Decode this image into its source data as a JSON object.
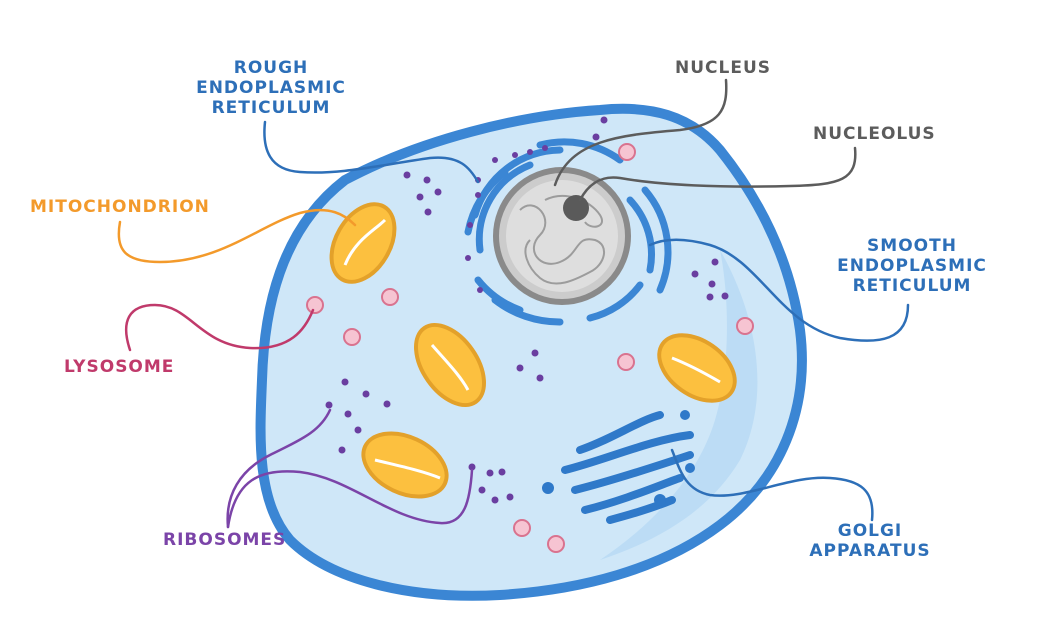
{
  "labels": {
    "rough_er": [
      "ROUGH",
      "ENDOPLASMIC",
      "RETICULUM"
    ],
    "nucleus": "NUCLEUS",
    "nucleolus": "NUCLEOLUS",
    "mitochondrion": "MITOCHONDRION",
    "smooth_er": [
      "SMOOTH",
      "ENDOPLASMIC",
      "RETICULUM"
    ],
    "lysosome": "LYSOSOME",
    "ribosomes": "RIBOSOMES",
    "golgi": [
      "GOLGI",
      "APPARATUS"
    ]
  },
  "colors": {
    "blue_label": "#2d6fb8",
    "grey_label": "#5c5c5c",
    "orange_label": "#f39a2b",
    "magenta_label": "#c03a6b",
    "purple_label": "#7b44a8",
    "membrane": "#3b86d4",
    "cytoplasm": "#cfe7f8",
    "mito_fill": "#fcc03f",
    "lysosome_fill": "#f6c4d2",
    "ribosome": "#6a3ea0"
  }
}
